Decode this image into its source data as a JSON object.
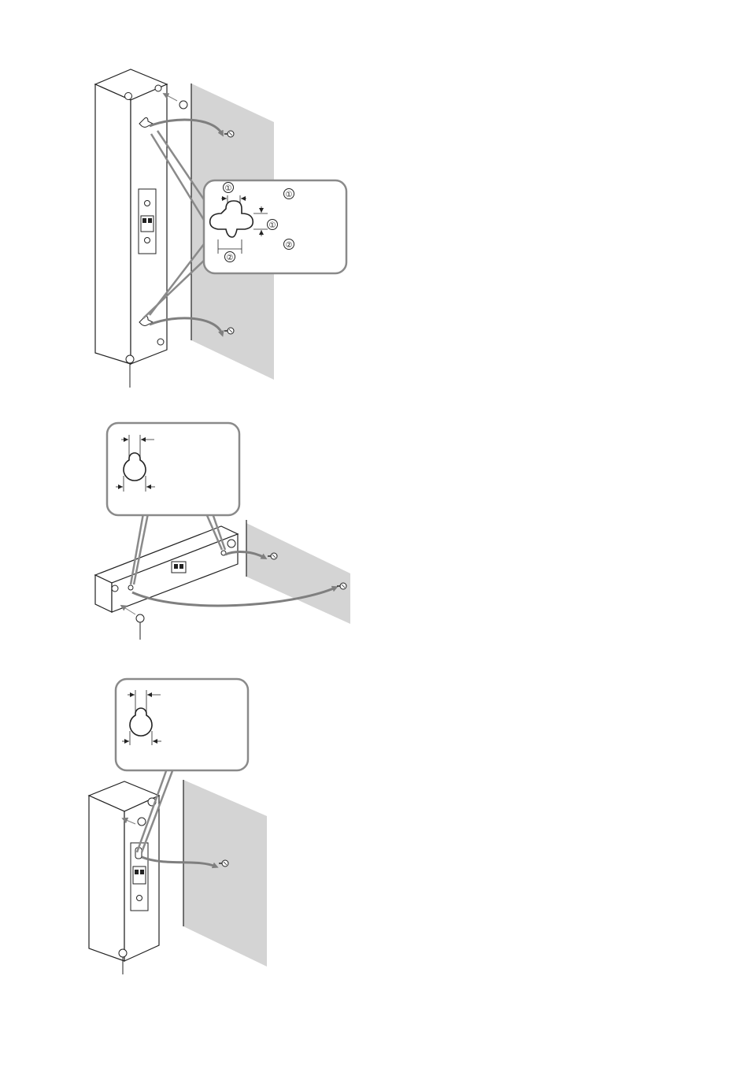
{
  "figures": [
    {
      "id": "tall-front-speaker",
      "callout_markers": [
        "①",
        "①",
        "①",
        "②"
      ]
    },
    {
      "id": "center-speaker"
    },
    {
      "id": "surround-speaker"
    }
  ],
  "colors": {
    "wall": "#d4d4d4",
    "line": "#222222",
    "arrow": "#7f7f7f",
    "callout_border": "#8a8a8a",
    "background": "#ffffff"
  },
  "icons": [
    "keyhole-slot-icon",
    "screw-icon",
    "curved-arrow-icon",
    "rubber-foot-icon",
    "terminal-panel-icon"
  ]
}
